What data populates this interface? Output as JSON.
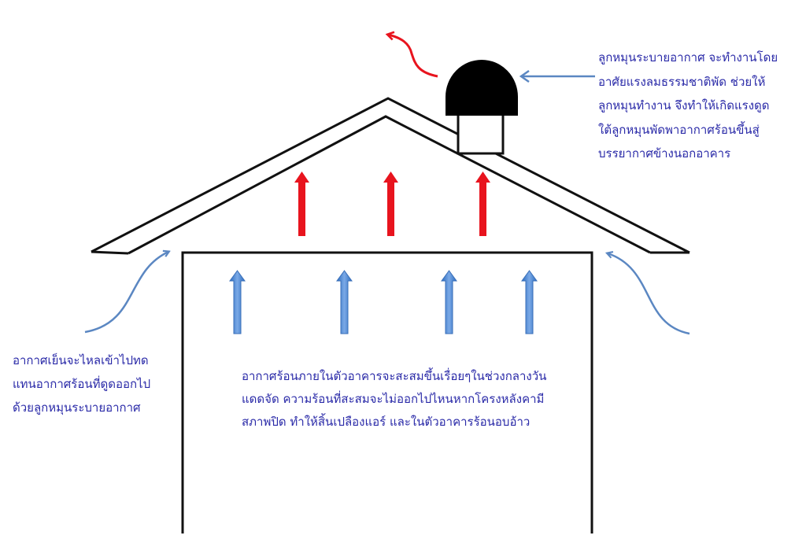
{
  "captions": {
    "turbine": [
      "ลูกหมุนระบายอากาศ  จะทำงานโดย",
      "อาศัยแรงลมธรรมชาติพัด  ช่วยให้",
      "ลูกหมุนทำงาน  จึงทำให้เกิดแรงดูด",
      "ใต้ลูกหมุนพัดพาอากาศร้อนขึ้นสู่",
      "บรรยากาศข้างนอกอาคาร"
    ],
    "cool_air": [
      "อากาศเย็นจะไหลเข้าไปทด",
      "แทนอากาศร้อนที่ดูดออกไป",
      "ด้วยลูกหมุนระบายอากาศ"
    ],
    "hot_air": [
      "อากาศร้อนภายในตัวอาคารจะสะสมขึ้นเรื่อยๆในช่วงกลางวัน",
      "แดดจัด  ความร้อนที่สะสมจะไม่ออกไปไหนหากโครงหลังคามี",
      "สภาพปิด  ทำให้สิ้นเปลืองแอร์  และในตัวอาคารร้อนอบอ้าว"
    ]
  },
  "colors": {
    "outline": "#111111",
    "hot_arrow": "#e8141e",
    "cool_arrow": "#4f86d0",
    "curve_arrow": "#5b87c2",
    "caption_text": "#2a2aa8"
  }
}
